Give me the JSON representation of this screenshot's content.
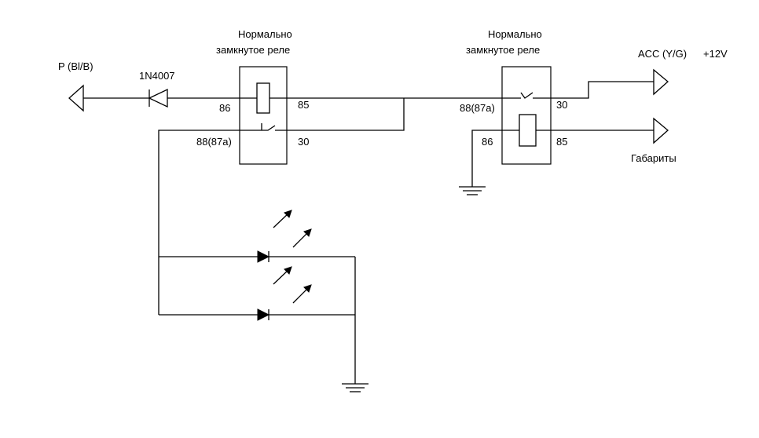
{
  "labels": {
    "relay1_title_line1": "Нормально",
    "relay1_title_line2": "замкнутое реле",
    "relay2_title_line1": "Нормально",
    "relay2_title_line2": "замкнутое реле",
    "terminal_p": "P (Bl/B)",
    "diode": "1N4007",
    "relay1_pin86": "86",
    "relay1_pin85": "85",
    "relay1_pin88": "88(87a)",
    "relay1_pin30": "30",
    "relay2_pin88": "88(87a)",
    "relay2_pin30": "30",
    "relay2_pin86": "86",
    "relay2_pin85": "85",
    "acc": "ACC (Y/G)",
    "plus12v": "+12V",
    "gabarity": "Габариты"
  },
  "colors": {
    "ink": "#000000",
    "background": "#ffffff"
  }
}
